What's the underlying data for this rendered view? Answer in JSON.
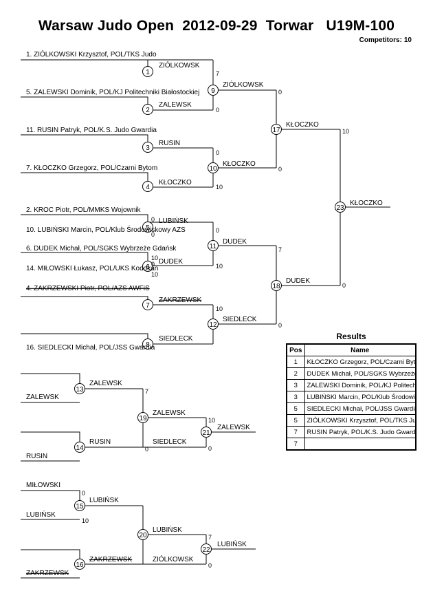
{
  "title": "Warsaw Judo Open  2012-09-29  Torwar   U19M-100",
  "competitors": {
    "label": "Competitors:",
    "value": "10"
  },
  "entries": [
    "1. ZIÓLKOWSKI Krzysztof, POL/TKS Judo",
    "5. ZALEWSKI Dominik, POL/KJ Politechniki Białostockiej",
    "11. RUSIN Patryk, POL/K.S. Judo Gwardia",
    "7. KŁOCZKO Grzegorz, POL/Czarni Bytom",
    "2. KROC Piotr, POL/MMKS Wojownik",
    "10. LUBIŃSKI Marcin, POL/Klub Środowiskowy AZS",
    "6. DUDEK Michał, POL/SGKS Wybrzeże Gdańsk",
    "14. MIŁOWSKI  Łukasz, POL/UKS Kodokan",
    "4. ZAKRZEWSKI Piotr, POL/AZS AWFiS",
    "16. SIEDLECKI Michał, POL/JSS Gwardia"
  ],
  "matches": [
    {
      "no": "1",
      "winner": "ZIÓLKOWSK"
    },
    {
      "no": "2",
      "winner": "ZALEWSK"
    },
    {
      "no": "3",
      "winner": "RUSIN"
    },
    {
      "no": "4",
      "winner": "KŁOCZKO"
    },
    {
      "no": "5",
      "winner": "LUBIŃSK"
    },
    {
      "no": "6",
      "winner": "DUDEK"
    },
    {
      "no": "7",
      "winner": "ZAKRZEWSK"
    },
    {
      "no": "8",
      "winner": "SIEDLECK"
    },
    {
      "no": "9",
      "winner": "ZIÓLKOWSK"
    },
    {
      "no": "10",
      "winner": "KŁOCZKO"
    },
    {
      "no": "11",
      "winner": "DUDEK"
    },
    {
      "no": "12",
      "winner": "SIEDLECK"
    },
    {
      "no": "17",
      "winner": "KŁOCZKO"
    },
    {
      "no": "18",
      "winner": "DUDEK"
    },
    {
      "no": "23",
      "winner": "KŁOCZKO"
    }
  ],
  "scores": [
    "7",
    "0",
    "0",
    "10",
    "0",
    "0",
    "10",
    "10",
    "0",
    "0",
    "10",
    "10",
    "0",
    "0",
    "7",
    "0",
    "10",
    "0"
  ],
  "repechage": {
    "seeds": [
      "ZALEWSK",
      "RUSIN",
      "MIŁOWSKI",
      "LUBIŃSK",
      "ZAKRZEWSK"
    ],
    "matches": [
      {
        "no": "13",
        "winner": "ZALEWSK"
      },
      {
        "no": "14",
        "winner": "RUSIN"
      },
      {
        "no": "19",
        "winner": "ZALEWSK"
      },
      {
        "no": "21",
        "winner": "ZALEWSK"
      },
      {
        "no": "15",
        "winner": "LUBIŃSK"
      },
      {
        "no": "16",
        "winner": "ZAKRZEWSK"
      },
      {
        "no": "20",
        "winner": "LUBIŃSK"
      },
      {
        "no": "22",
        "winner": "LUBIŃSK"
      }
    ],
    "drops": [
      "SIEDLECK",
      "ZIÓLKOWSK"
    ],
    "scores": [
      "7",
      "0",
      "10",
      "0",
      "0",
      "10",
      "7",
      "0"
    ]
  },
  "results": {
    "title": "Results",
    "headers": {
      "pos": "Pos",
      "name": "Name"
    },
    "rows": [
      {
        "pos": "1",
        "name": "KŁOCZKO Grzegorz, POL/Czarni Bytom"
      },
      {
        "pos": "2",
        "name": "DUDEK Michał, POL/SGKS Wybrzeże Gdańsk"
      },
      {
        "pos": "3",
        "name": "ZALEWSKI Dominik, POL/KJ Politechniki Białostockiej"
      },
      {
        "pos": "3",
        "name": "LUBIŃSKI Marcin, POL/Klub Środowiskowy AZS"
      },
      {
        "pos": "5",
        "name": "SIEDLECKI Michał, POL/JSS Gwardia"
      },
      {
        "pos": "5",
        "name": "ZIÓLKOWSKI Krzysztof, POL/TKS Judo"
      },
      {
        "pos": "7",
        "name": "RUSIN Patryk, POL/K.S. Judo Gwardia"
      },
      {
        "pos": "7",
        "name": ""
      }
    ]
  }
}
